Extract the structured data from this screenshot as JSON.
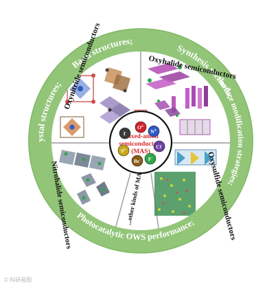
{
  "outer_ring": {
    "band_structures": "Band structures;",
    "synthesis_methods": "Synthesis methods;",
    "surface_modification": "Surface modification strategies;",
    "photocatalytic": "Photocatalytic OWS performance;",
    "crystal_structures": "Crystal structures;"
  },
  "quadrants": {
    "top_left": "Oxynitride semiconductors",
    "top_right": "Oxyhalide semiconductors",
    "bottom_right": "Oxysulfide semiconductors",
    "bottom_left": "Nitrohalide semiconductors",
    "bottom_slice": "...other kinds of MAS"
  },
  "center": {
    "line1": "Mixed-anion",
    "line2": "semiconductors",
    "line3": "(MAS)",
    "anions": [
      {
        "label": "O",
        "sup": "2-",
        "color": "#d1202a"
      },
      {
        "label": "N",
        "sup": "3-",
        "color": "#2f57c6"
      },
      {
        "label": "Cl",
        "sup": "-",
        "color": "#6b3fa0"
      },
      {
        "label": "F",
        "sup": "-",
        "color": "#2fa54a"
      },
      {
        "label": "Br",
        "sup": "-",
        "color": "#8a5a16"
      },
      {
        "label": "S",
        "sup": "2-",
        "color": "#c8a616"
      },
      {
        "label": "I",
        "sup": "-",
        "color": "#3a3a3a"
      }
    ]
  },
  "colors": {
    "ring": "#93c579",
    "ring_text": "#ffffff",
    "title_text": "#111111",
    "center_title": "#d62a2a"
  },
  "watermark": "© 科研画图"
}
